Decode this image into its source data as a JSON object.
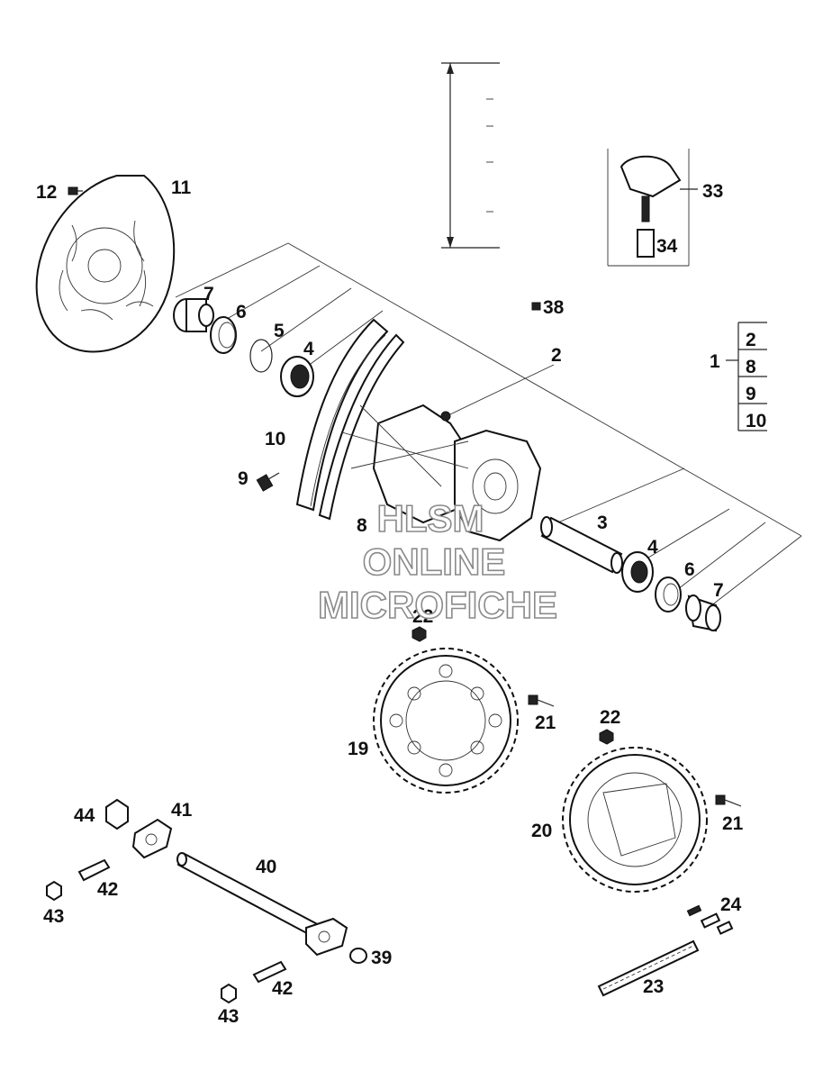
{
  "labels": {
    "p1": "1",
    "p2": "2",
    "p3": "3",
    "p4a": "4",
    "p4b": "4",
    "p5": "5",
    "p6a": "6",
    "p6b": "6",
    "p7a": "7",
    "p7b": "7",
    "p8": "8",
    "p9": "9",
    "p10": "10",
    "p11": "11",
    "p12": "12",
    "p19": "19",
    "p20": "20",
    "p21a": "21",
    "p21b": "21",
    "p22a": "22",
    "p22b": "22",
    "p23": "23",
    "p24": "24",
    "p33": "33",
    "p34": "34",
    "p38": "38",
    "p39": "39",
    "p40": "40",
    "p41": "41",
    "p42a": "42",
    "p42b": "42",
    "p43a": "43",
    "p43b": "43",
    "p44": "44"
  },
  "bracket": {
    "items": [
      "2",
      "8",
      "9",
      "10"
    ]
  },
  "watermark": {
    "line1": "HLSM",
    "line2": "ONLINE",
    "line3": "MICROFICHE"
  }
}
